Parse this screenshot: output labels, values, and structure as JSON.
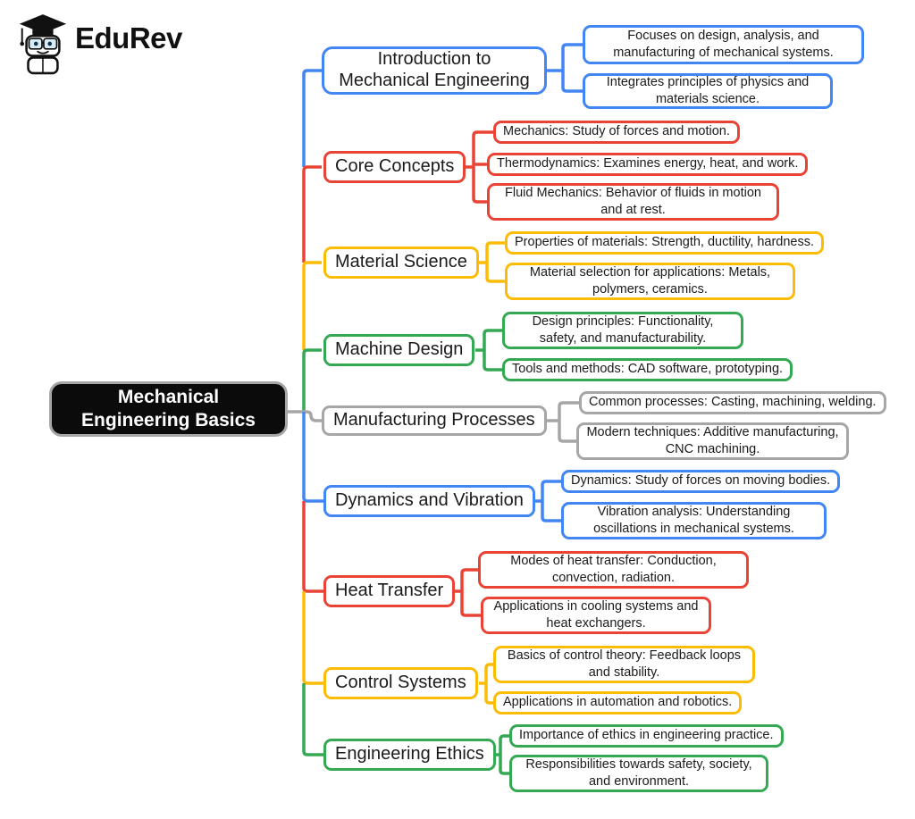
{
  "logo": {
    "brand": "EduRev"
  },
  "root": {
    "label": "Mechanical Engineering Basics"
  },
  "colors": {
    "blue": "#4285F4",
    "red": "#E94335",
    "yellow": "#FBBC05",
    "green": "#34A853",
    "gray": "#A6A6A6",
    "root_bg": "#0B0B0B",
    "root_text": "#FFFFFF",
    "node_text": "#1A1A1A"
  },
  "branches": [
    {
      "label": "Introduction to Mechanical Engineering",
      "color": "blue",
      "children": [
        "Focuses on design, analysis, and manufacturing of mechanical systems.",
        "Integrates principles of physics and materials science."
      ]
    },
    {
      "label": "Core Concepts",
      "color": "red",
      "children": [
        "Mechanics: Study of forces and motion.",
        "Thermodynamics: Examines energy, heat, and work.",
        "Fluid Mechanics: Behavior of fluids in motion and at rest."
      ]
    },
    {
      "label": "Material Science",
      "color": "yellow",
      "children": [
        "Properties of materials: Strength, ductility, hardness.",
        "Material selection for applications: Metals, polymers, ceramics."
      ]
    },
    {
      "label": "Machine Design",
      "color": "green",
      "children": [
        "Design principles: Functionality, safety, and manufacturability.",
        "Tools and methods: CAD software, prototyping."
      ]
    },
    {
      "label": "Manufacturing Processes",
      "color": "gray",
      "children": [
        "Common processes: Casting, machining, welding.",
        "Modern techniques: Additive manufacturing, CNC machining."
      ]
    },
    {
      "label": "Dynamics and Vibration",
      "color": "blue",
      "children": [
        "Dynamics: Study of forces on moving bodies.",
        "Vibration analysis: Understanding oscillations in mechanical systems."
      ]
    },
    {
      "label": "Heat Transfer",
      "color": "red",
      "children": [
        "Modes of heat transfer: Conduction, convection, radiation.",
        "Applications in cooling systems and heat exchangers."
      ]
    },
    {
      "label": "Control Systems",
      "color": "yellow",
      "children": [
        "Basics of control theory: Feedback loops and stability.",
        "Applications in automation and robotics."
      ]
    },
    {
      "label": "Engineering Ethics",
      "color": "green",
      "children": [
        "Importance of ethics in engineering practice.",
        "Responsibilities towards safety, society, and environment."
      ]
    }
  ]
}
